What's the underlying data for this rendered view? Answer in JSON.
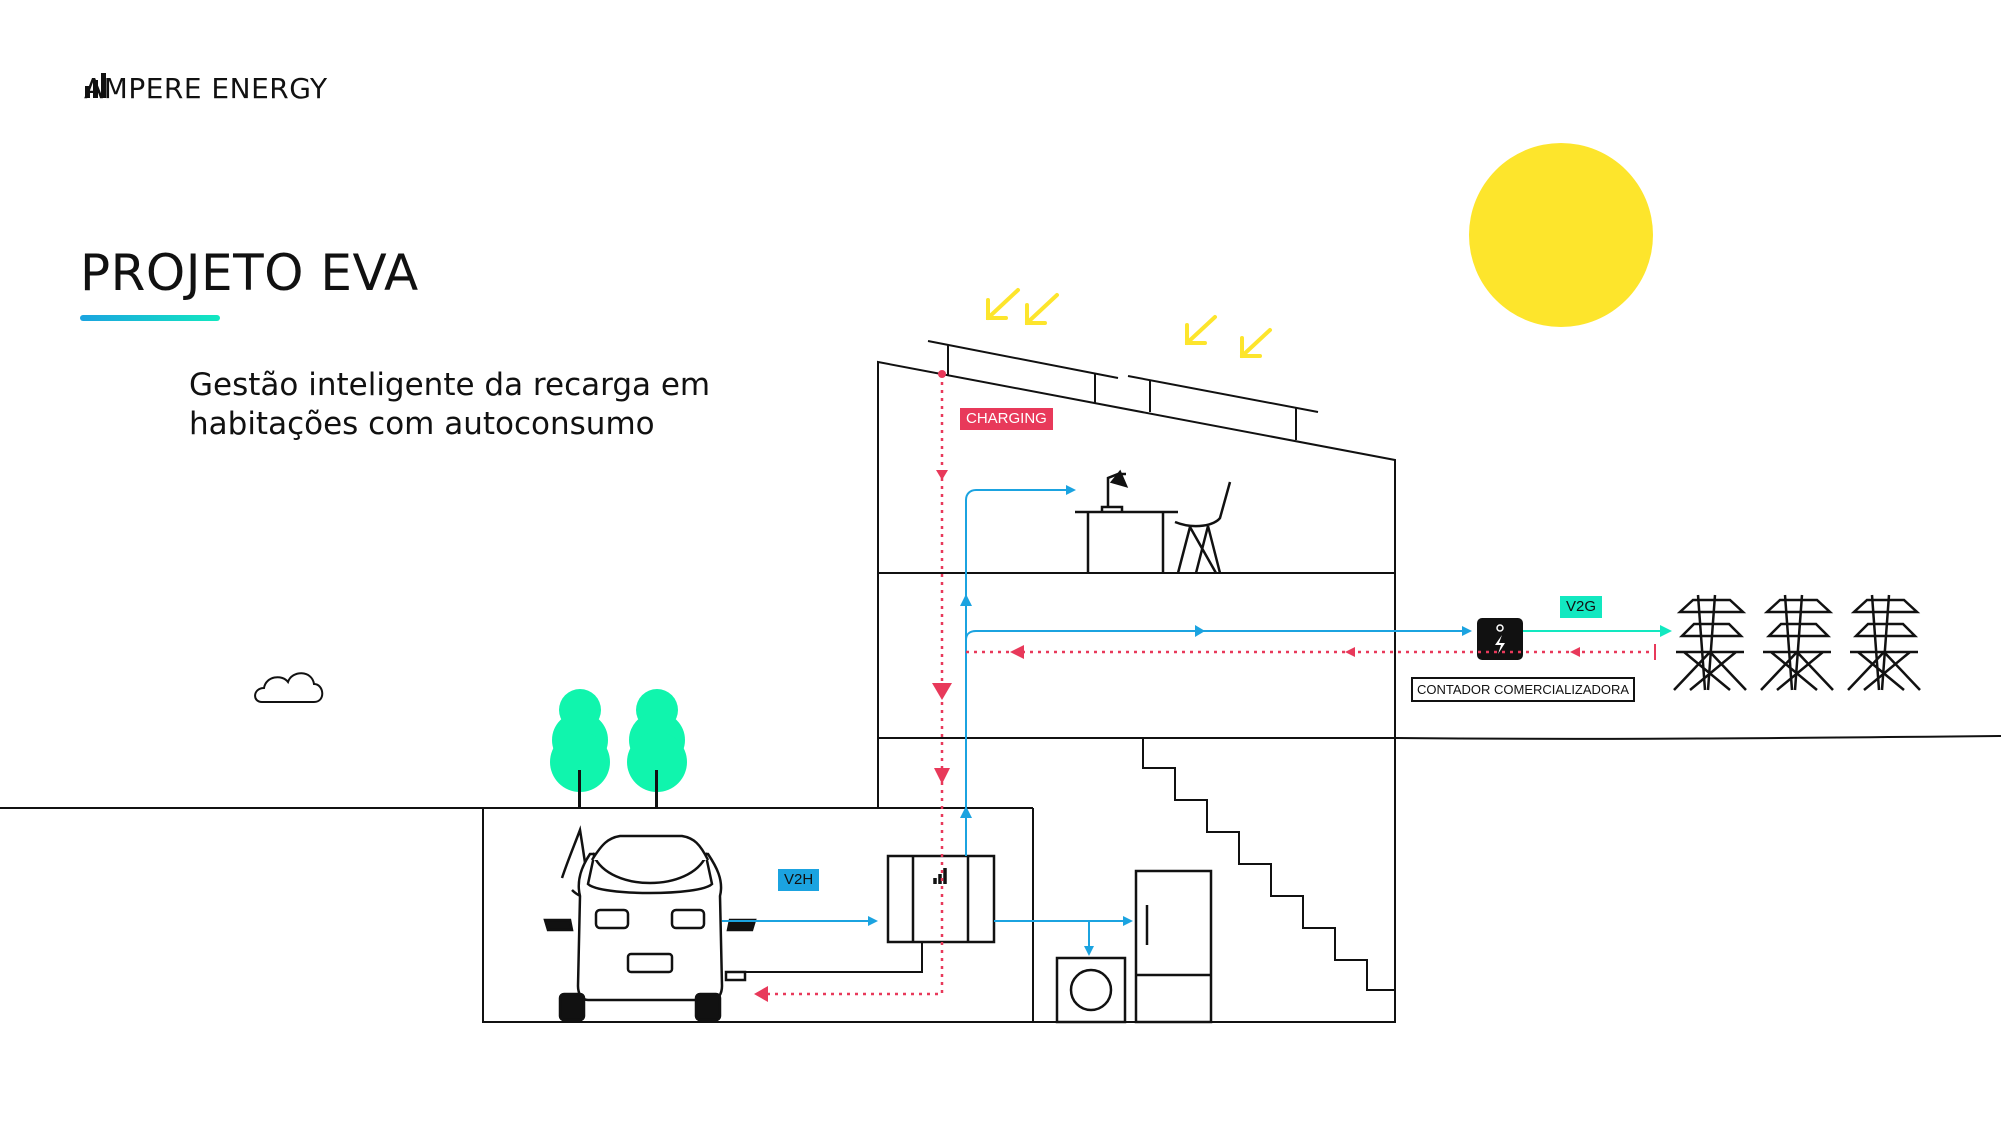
{
  "brand": {
    "name": "AMPERE ENERGY",
    "logo_icon": "bar-chart-logo-icon"
  },
  "title": "PROJETO EVA",
  "subtitle": "Gestão inteligente da recarga em habitações com autoconsumo",
  "labels": {
    "charging": "CHARGING",
    "v2h": "V2H",
    "v2g": "V2G",
    "meter": "CONTADOR COMERCIALIZADORA"
  },
  "colors": {
    "sun": "#FDE52C",
    "tree": "#10F5AD",
    "accent_gradient_start": "#1BA3E0",
    "accent_gradient_end": "#12E8C0",
    "flow_blue": "#1BA3E0",
    "flow_red": "#E8395A",
    "flow_green": "#12E8C0",
    "charging_tag": "#E8395A",
    "v2h_tag": "#1BA3E0",
    "v2g_tag": "#12E8C0",
    "line": "#111111"
  },
  "icons": [
    "cloud-icon",
    "sun-icon",
    "solar-ray-icon",
    "tree-icon",
    "car-icon",
    "home-battery-icon",
    "washing-machine-icon",
    "fridge-icon",
    "desk-lamp-icon",
    "chair-icon",
    "smart-meter-icon",
    "power-pylon-icon",
    "staircase-icon"
  ]
}
